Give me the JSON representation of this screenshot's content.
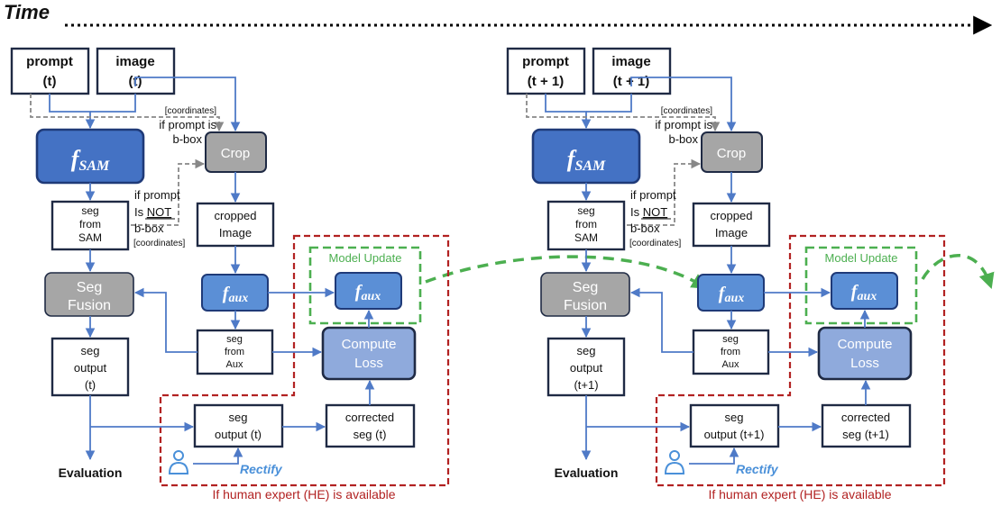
{
  "header": {
    "time_label": "Time"
  },
  "panels": [
    {
      "prompt": [
        "prompt",
        "(t)"
      ],
      "image": [
        "image",
        "(t)"
      ],
      "coord_top": "[coordinates]",
      "if_bbox": [
        "if prompt is",
        "b-box"
      ],
      "fsam_main": "f",
      "fsam_sub": "SAM",
      "crop": "Crop",
      "seg_sam": [
        "seg",
        "from",
        "SAM"
      ],
      "if_not": [
        "if prompt",
        "Is ",
        "NOT",
        "b-box"
      ],
      "coord_bottom": "[coordinates]",
      "cropped": [
        "cropped",
        "Image"
      ],
      "model_update": "Model Update",
      "faux_main": "f",
      "faux_sub": "aux",
      "seg_fusion": [
        "Seg",
        "Fusion"
      ],
      "seg_aux": [
        "seg",
        "from",
        "Aux"
      ],
      "compute_loss": [
        "Compute",
        "Loss"
      ],
      "seg_out": [
        "seg",
        "output",
        "(t)"
      ],
      "he_seg": [
        "seg",
        "output (t)"
      ],
      "corrected": [
        "corrected",
        "seg (t)"
      ],
      "evaluation": "Evaluation",
      "rectify": "Rectify",
      "he_label": "If human expert (HE) is available"
    },
    {
      "prompt": [
        "prompt",
        "(t + 1)"
      ],
      "image": [
        "image",
        "(t + 1)"
      ],
      "coord_top": "[coordinates]",
      "if_bbox": [
        "if prompt is",
        "b-box"
      ],
      "fsam_main": "f",
      "fsam_sub": "SAM",
      "crop": "Crop",
      "seg_sam": [
        "seg",
        "from",
        "SAM"
      ],
      "if_not": [
        "if prompt",
        "Is ",
        "NOT",
        "b-box"
      ],
      "coord_bottom": "[coordinates]",
      "cropped": [
        "cropped",
        "Image"
      ],
      "model_update": "Model Update",
      "faux_main": "f",
      "faux_sub": "aux",
      "seg_fusion": [
        "Seg",
        "Fusion"
      ],
      "seg_aux": [
        "seg",
        "from",
        "Aux"
      ],
      "compute_loss": [
        "Compute",
        "Loss"
      ],
      "seg_out": [
        "seg",
        "output",
        "(t+1)"
      ],
      "he_seg": [
        "seg",
        "output (t+1)"
      ],
      "corrected": [
        "corrected",
        "seg (t+1)"
      ],
      "evaluation": "Evaluation",
      "rectify": "Rectify",
      "he_label": "If human expert (HE) is available"
    }
  ]
}
